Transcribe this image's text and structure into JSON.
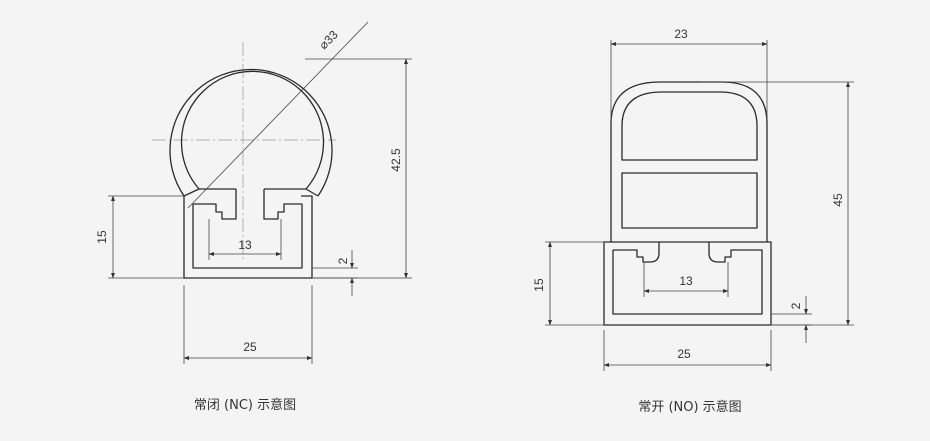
{
  "nc": {
    "caption": "常闭 (NC) 示意图",
    "dims": {
      "diameter": "33",
      "height_total": "42.5",
      "height_base": "15",
      "slot_width": "13",
      "wall": "2",
      "width": "25"
    }
  },
  "no": {
    "caption": "常开 (NO) 示意图",
    "dims": {
      "width_top": "23",
      "height_total": "45",
      "height_base": "15",
      "slot_width": "13",
      "wall": "2",
      "width": "25"
    }
  }
}
